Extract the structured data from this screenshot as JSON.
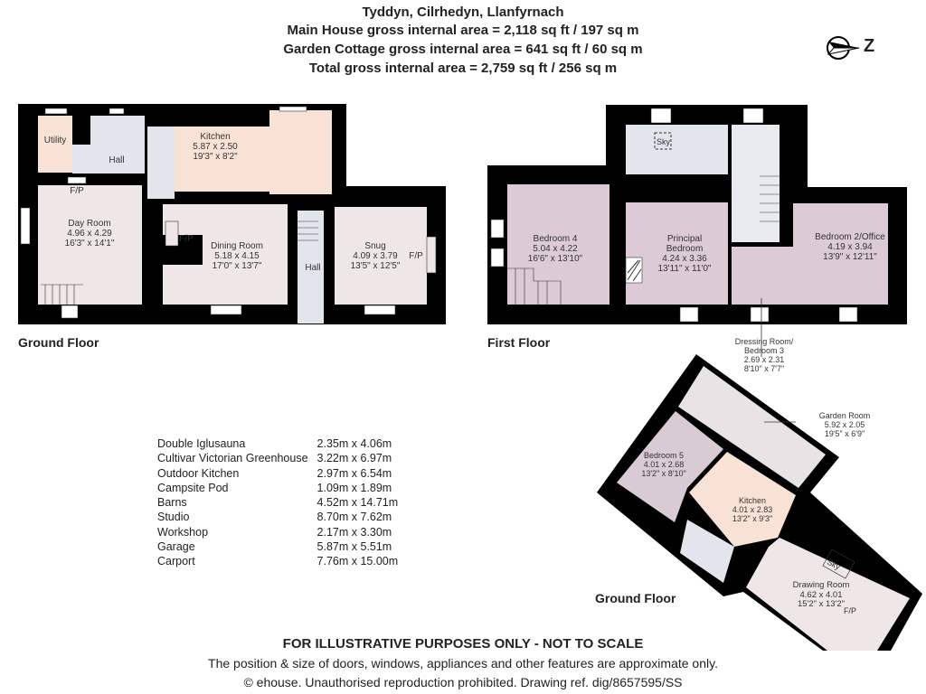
{
  "header": {
    "title": "Tyddyn, Cilrhedyn, Llanfyrnach",
    "main_house": "Main House gross internal area = 2,118 sq ft / 197 sq m",
    "garden_cottage": "Garden Cottage gross internal area = 641 sq ft / 60 sq m",
    "total": "Total gross internal area = 2,759 sq ft / 256 sq m"
  },
  "compass": {
    "icon": "north-arrow-icon",
    "label": "Z"
  },
  "ground_floor": {
    "label": "Ground Floor",
    "rooms": {
      "utility": {
        "name": "Utility"
      },
      "hall_upper": {
        "name": "Hall"
      },
      "kitchen": {
        "name": "Kitchen",
        "metric": "5.87 x 2.50",
        "imperial": "19'3\" x 8'2\""
      },
      "day_room": {
        "name": "Day Room",
        "metric": "4.96 x 4.29",
        "imperial": "16'3\" x 14'1\""
      },
      "dining_room": {
        "name": "Dining Room",
        "metric": "5.18 x 4.15",
        "imperial": "17'0\" x 13'7\""
      },
      "hall_lower": {
        "name": "Hall"
      },
      "snug": {
        "name": "Snug",
        "metric": "4.09 x 3.79",
        "imperial": "13'5\" x 12'5\""
      },
      "fp_day": "F/P",
      "fp_dining": "F/P",
      "fp_snug": "F/P"
    }
  },
  "first_floor": {
    "label": "First Floor",
    "rooms": {
      "bedroom4": {
        "name": "Bedroom 4",
        "metric": "5.04 x 4.22",
        "imperial": "16'6\" x 13'10\""
      },
      "principal": {
        "name1": "Principal",
        "name2": "Bedroom",
        "metric": "4.24 x 3.36",
        "imperial": "13'11\" x 11'0\""
      },
      "bedroom2": {
        "name": "Bedroom 2/Office",
        "metric": "4.19 x 3.94",
        "imperial": "13'9\" x 12'11\""
      },
      "dressing": {
        "name1": "Dressing Room/",
        "name2": "Bedroom 3",
        "metric": "2.69 x 2.31",
        "imperial": "8'10\" x 7'7\""
      },
      "sky": "Sky"
    }
  },
  "cottage": {
    "label": "Ground Floor",
    "rooms": {
      "garden_room": {
        "name": "Garden Room",
        "metric": "5.92 x 2.05",
        "imperial": "19'5\" x 6'9\""
      },
      "bedroom5": {
        "name": "Bedroom 5",
        "metric": "4.01 x 2.68",
        "imperial": "13'2\" x 8'10\""
      },
      "kitchen": {
        "name": "Kitchen",
        "metric": "4.01 x 2.83",
        "imperial": "13'2\" x 9'3\""
      },
      "drawing_room": {
        "name": "Drawing Room",
        "metric": "4.62 x 4.01",
        "imperial": "15'2\" x 13'2\""
      },
      "sky": "Sky",
      "fp": "F/P"
    }
  },
  "outbuildings": [
    {
      "name": "Double Iglusauna",
      "size": "2.35m x 4.06m"
    },
    {
      "name": "Cultivar Victorian Greenhouse",
      "size": "3.22m x 6.97m"
    },
    {
      "name": "Outdoor Kitchen",
      "size": "2.97m x 6.54m"
    },
    {
      "name": "Campsite Pod",
      "size": "1.09m x 1.89m"
    },
    {
      "name": "Barns",
      "size": "4.52m x 14.71m"
    },
    {
      "name": "Studio",
      "size": "8.70m x 7.62m"
    },
    {
      "name": "Workshop",
      "size": "2.17m x 3.30m"
    },
    {
      "name": "Garage",
      "size": "5.87m x 5.51m"
    },
    {
      "name": "Carport",
      "size": "7.76m x 15.00m"
    }
  ],
  "footer": {
    "disclaimer": "FOR ILLUSTRATIVE PURPOSES ONLY - NOT TO SCALE",
    "note": "The position & size of doors, windows, appliances and other features are approximate only.",
    "copyright": "© ehouse. Unauthorised reproduction prohibited. Drawing ref. dig/8657595/SS"
  },
  "colors": {
    "wall": "#000000",
    "room": "#efe7e7",
    "peach": "#f8e2d6",
    "hall": "#e2e5ec",
    "bedroom": "#dccbd6"
  }
}
